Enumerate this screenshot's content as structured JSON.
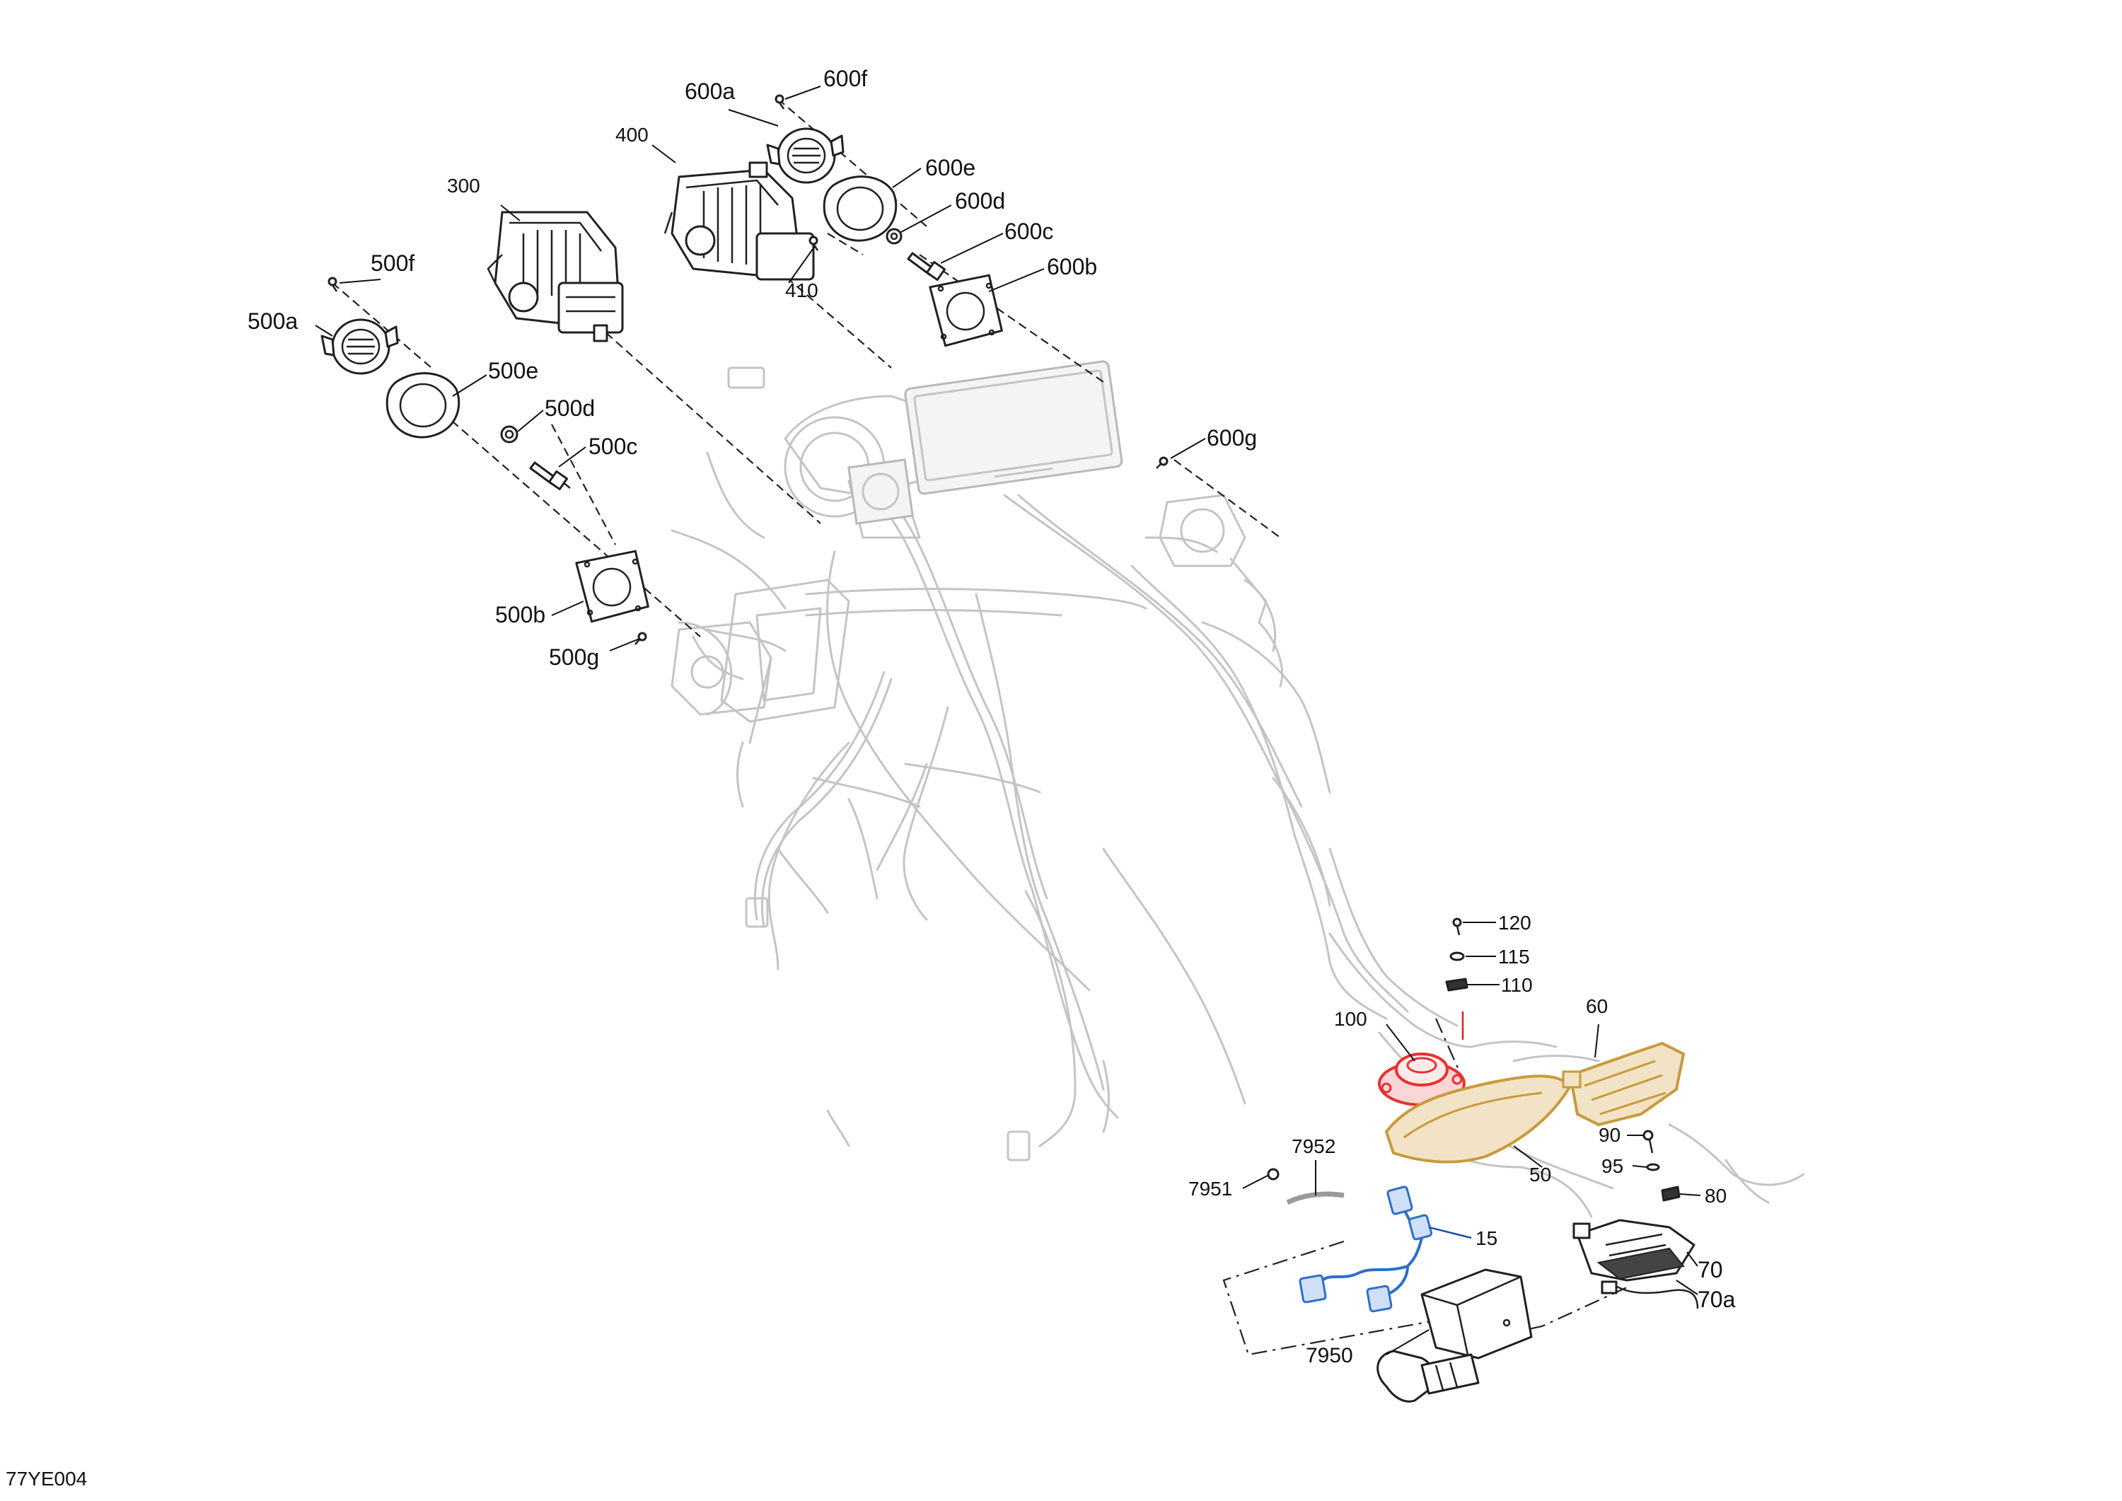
{
  "diagram": {
    "reference_code": "77YE004",
    "colors": {
      "highlight_red": "#e83030",
      "highlight_orange": "#c89a3a",
      "highlight_blue": "#2d6ec8",
      "ghost_outline": "#c4c4c4"
    },
    "callouts": {
      "c300": "300",
      "c400": "400",
      "c410": "410",
      "c500a": "500a",
      "c500b": "500b",
      "c500c": "500c",
      "c500d": "500d",
      "c500e": "500e",
      "c500f": "500f",
      "c500g": "500g",
      "c600a": "600a",
      "c600b": "600b",
      "c600c": "600c",
      "c600d": "600d",
      "c600e": "600e",
      "c600f": "600f",
      "c600g": "600g",
      "c15": "15",
      "c50": "50",
      "c60": "60",
      "c70": "70",
      "c70a": "70a",
      "c80": "80",
      "c90": "90",
      "c95": "95",
      "c100": "100",
      "c110": "110",
      "c115": "115",
      "c120": "120",
      "c7950": "7950",
      "c7951": "7951",
      "c7952": "7952"
    }
  }
}
